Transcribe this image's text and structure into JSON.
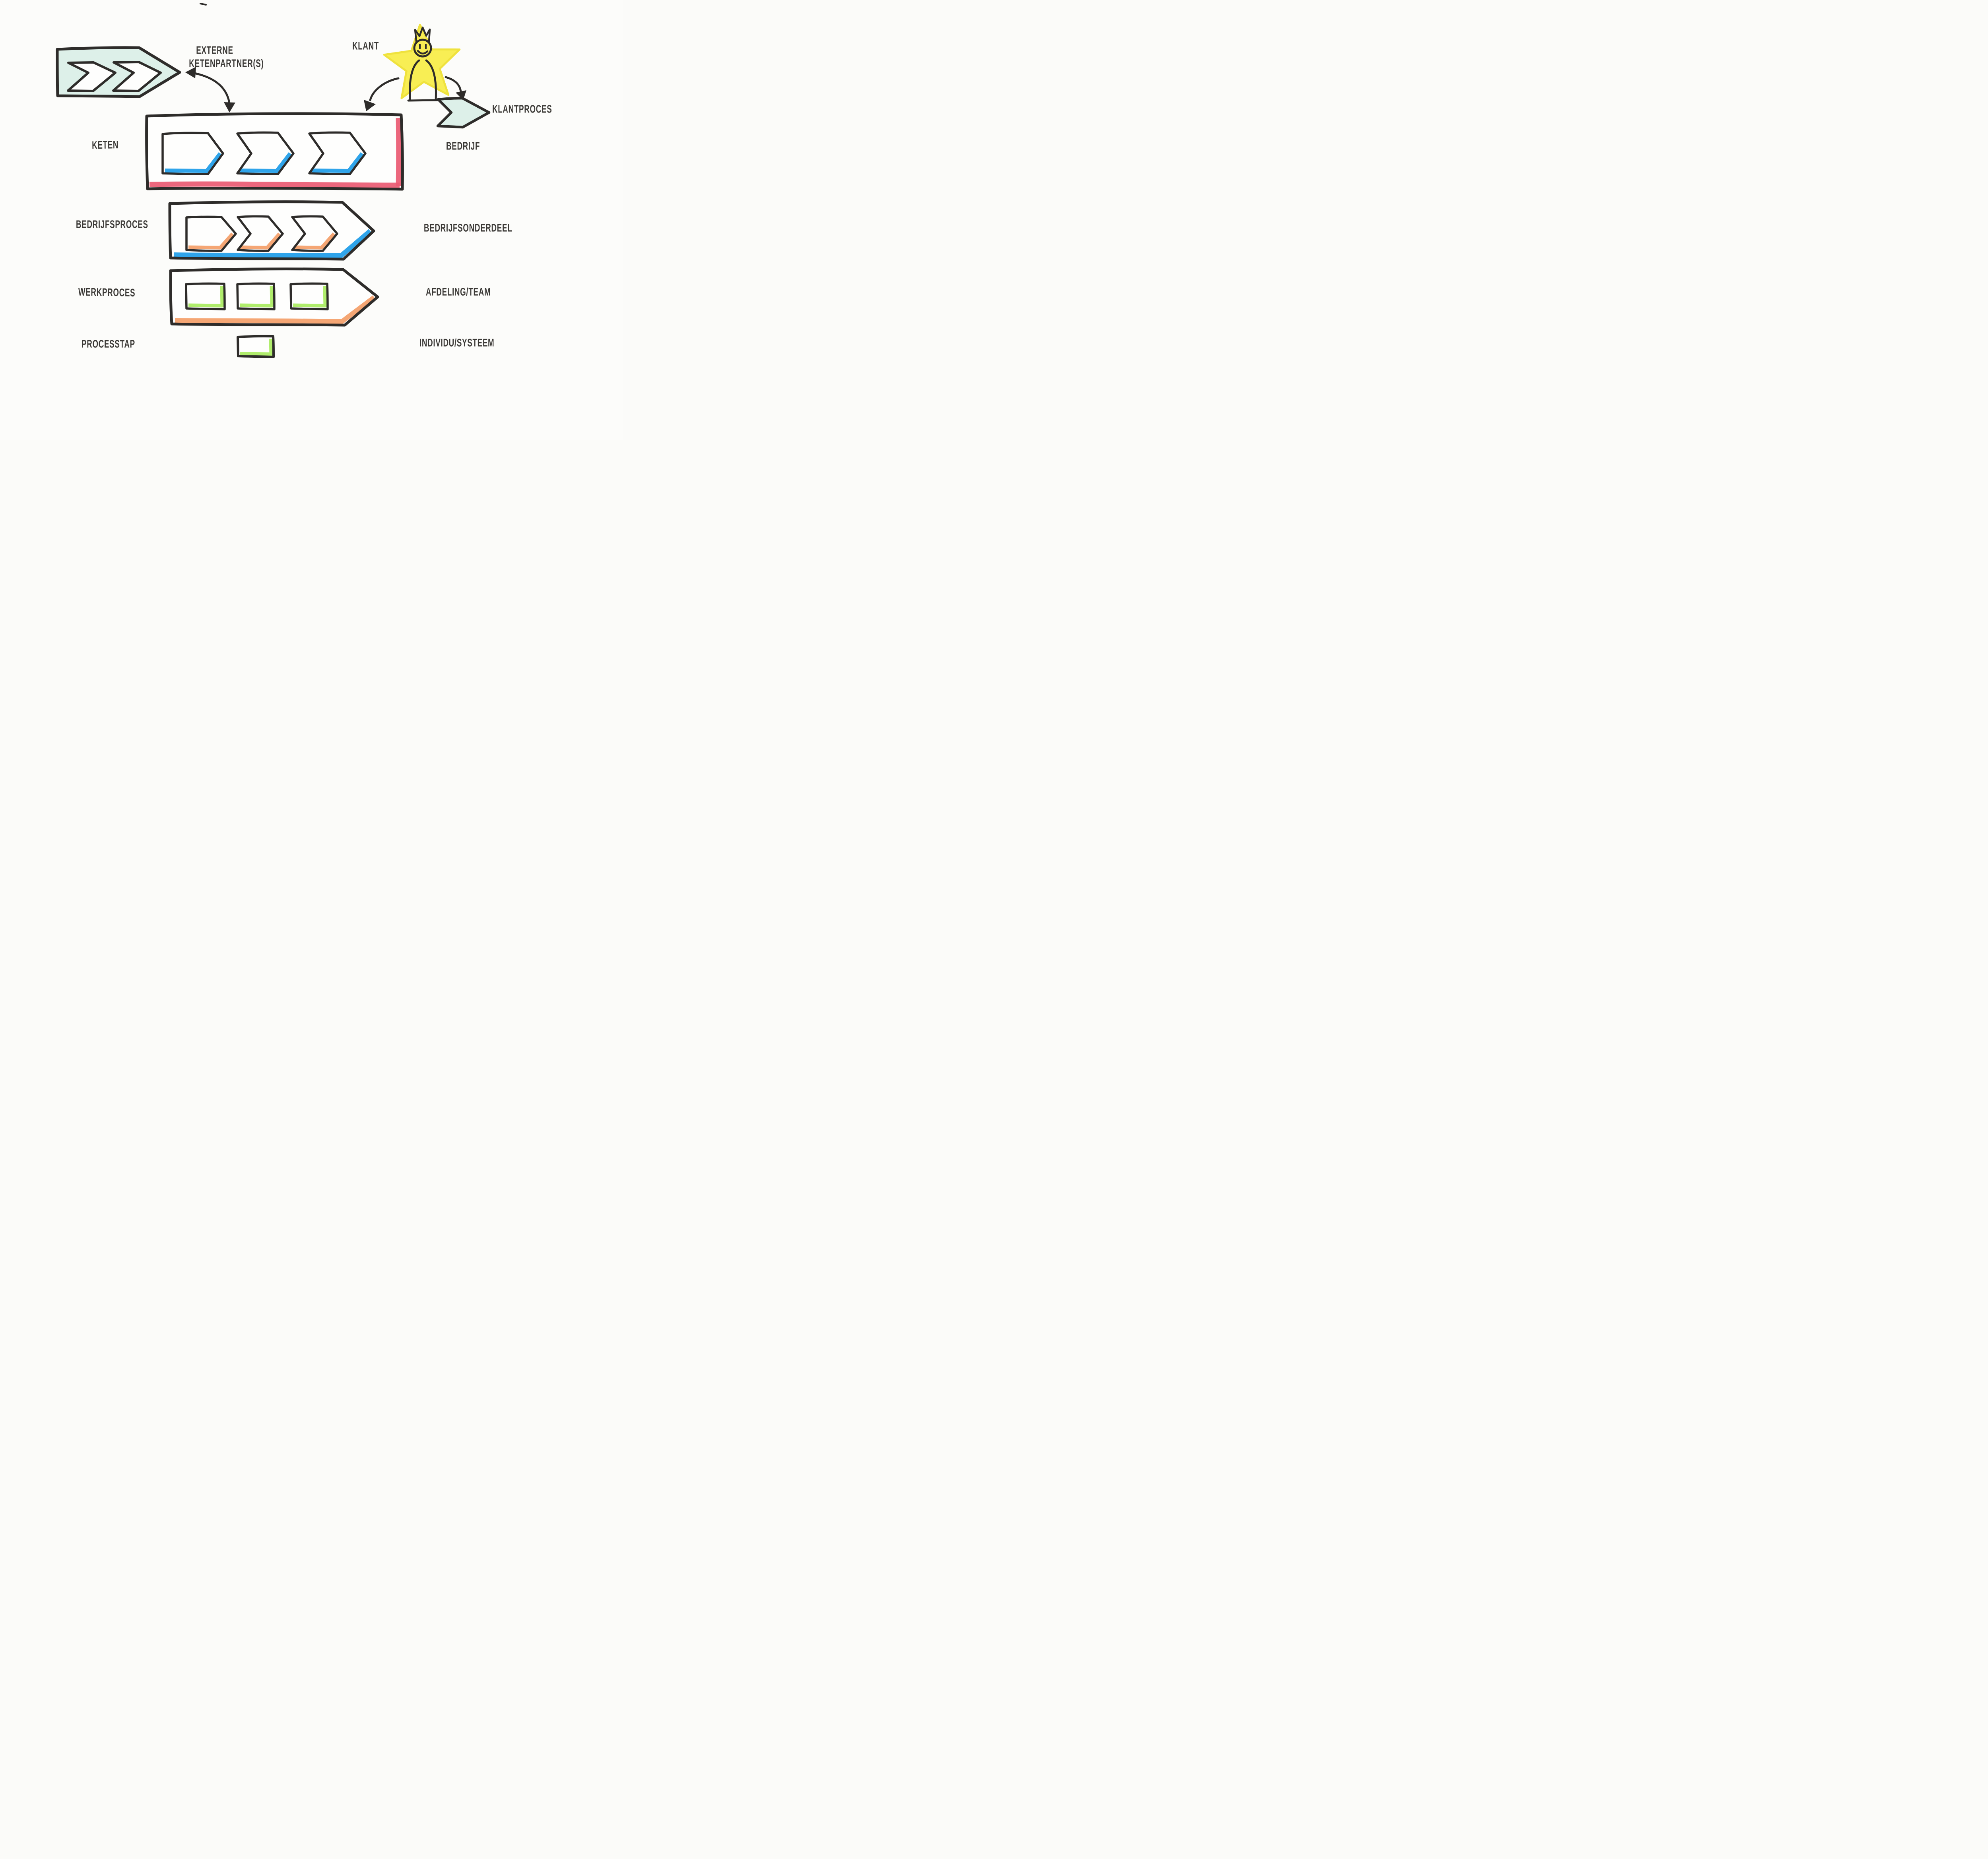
{
  "colors": {
    "ink": "#2e2c2a",
    "paper": "#fcfcfa",
    "teal": "#ddf0e9",
    "yellow": "#f8ee54",
    "yellow_edge": "#efe23e",
    "red": "#ea5a72",
    "blue": "#1d9ce8",
    "orange": "#f49e68",
    "green": "#a9eb60"
  },
  "labels": {
    "externe_line1": "EXTERNE",
    "externe_line2": "KETENPARTNER(S)",
    "klant": "KLANT",
    "klantproces": "KLANTPROCES",
    "rows": [
      {
        "left": "KETEN",
        "right": "BEDRIJF"
      },
      {
        "left": "BEDRIJFSPROCES",
        "right": "BEDRIJFSONDERDEEL"
      },
      {
        "left": "WERKPROCES",
        "right": "AFDELING/TEAM"
      },
      {
        "left": "PROCESSTAP",
        "right": "INDIVIDU/SYSTEEM"
      }
    ]
  }
}
